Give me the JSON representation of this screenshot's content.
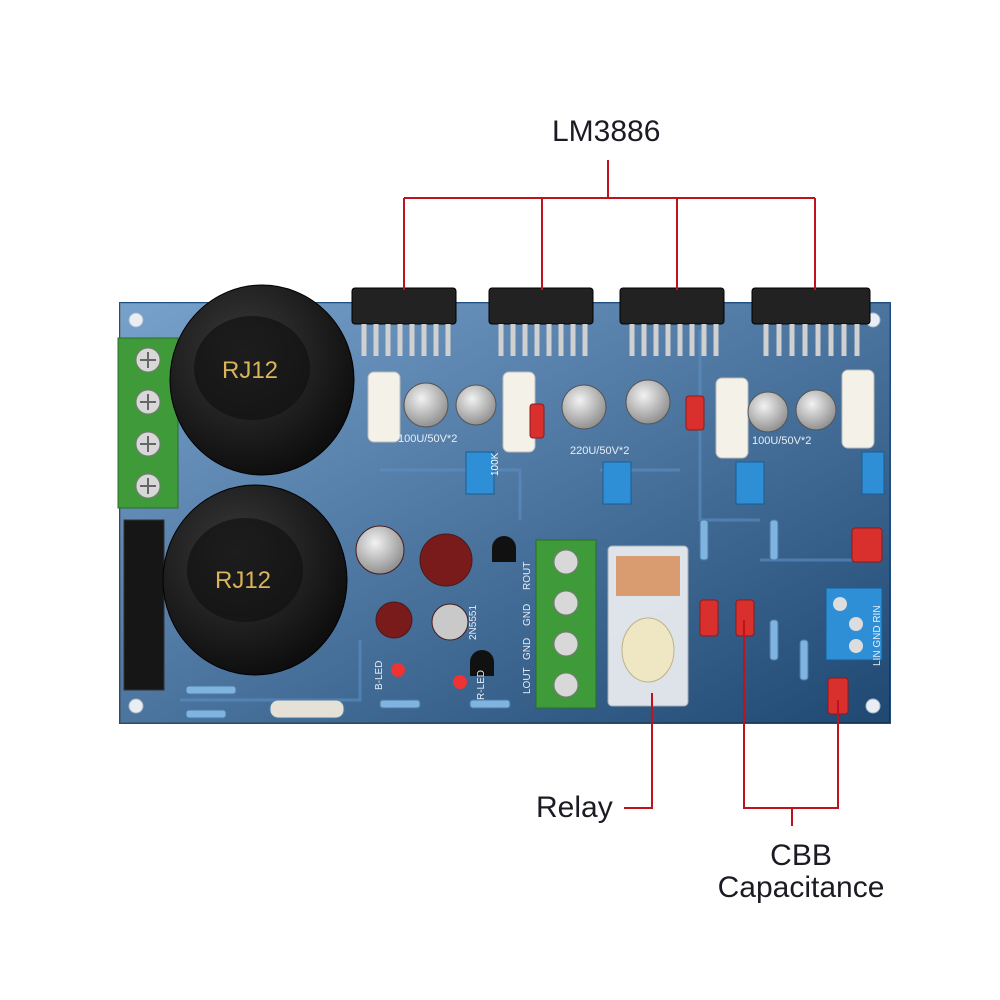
{
  "callouts": {
    "chip": "LM3886",
    "relay": "Relay",
    "capacitor_line1": "CBB",
    "capacitor_line2": "Capacitance"
  },
  "board_print": {
    "cap_big_1": "RJ12",
    "cap_big_2": "RJ12",
    "cap_val_1": "100U/50V*2",
    "cap_val_2": "220U/50V*2",
    "cap_val_3": "100U/50V*2",
    "pot_val": "100K",
    "relay_labels": [
      "ROUT",
      "GND",
      "LOUT",
      "GND"
    ],
    "input_labels": "LIN GND RIN",
    "led_left": "B-LED",
    "led_right": "R-LED",
    "transistor": "2N5551"
  },
  "colors": {
    "pcb": "#2f6fb0",
    "pcb_dark": "#235a92",
    "terminal_green": "#3f9a3a",
    "callout_line": "#c0121c",
    "text": "#1b1b24"
  }
}
